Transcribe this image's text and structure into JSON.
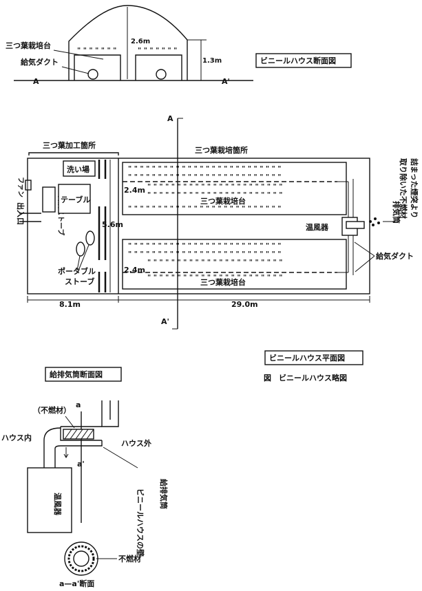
{
  "section_view": {
    "caption": "ビニールハウス断面図",
    "bench_label": "三つ葉栽培台",
    "duct_label": "給気ダクト",
    "height_total": "2.6m",
    "height_side": "1.3m",
    "section_a": "A",
    "section_a_prime": "A'"
  },
  "plan_view": {
    "caption": "ビニールハウス平面図",
    "figure_caption": "図　ビニールハウス略図",
    "processing_area": "三つ葉加工箇所",
    "cultivation_area": "三つ葉栽培箇所",
    "wash_area": "洗い場",
    "fan": "ファン",
    "oil_stove": "石油ストーブ",
    "table": "テーブル",
    "entrance": "出入口",
    "portable_stove": "ポータブルストーブ",
    "bench_upper": "三つ葉栽培台",
    "bench_lower": "三つ葉栽培台",
    "bench_width_upper": "2.4m",
    "bench_width_lower": "2.4m",
    "house_width": "5.6m",
    "processing_length": "8.1m",
    "cultivation_length": "29.0m",
    "heater": "温風器",
    "exhaust_pipe": "排気筒",
    "nonflammable_removed": "詰まった煙突より取り除いた不燃材",
    "supply_duct": "給気ダクト",
    "section_a": "A",
    "section_a_prime": "A'"
  },
  "pipe_section": {
    "caption": "給排気筒断面図",
    "nonflammable_paren": "（不燃材）",
    "inside": "ハウス内",
    "outside": "ハウス外",
    "heater": "温風器",
    "wall": "ビニールハウスの壁",
    "pipe": "給排気筒",
    "a": "a",
    "a_prime": "a'",
    "nonflammable": "不燃材",
    "aa_section": "a—a'断面"
  }
}
